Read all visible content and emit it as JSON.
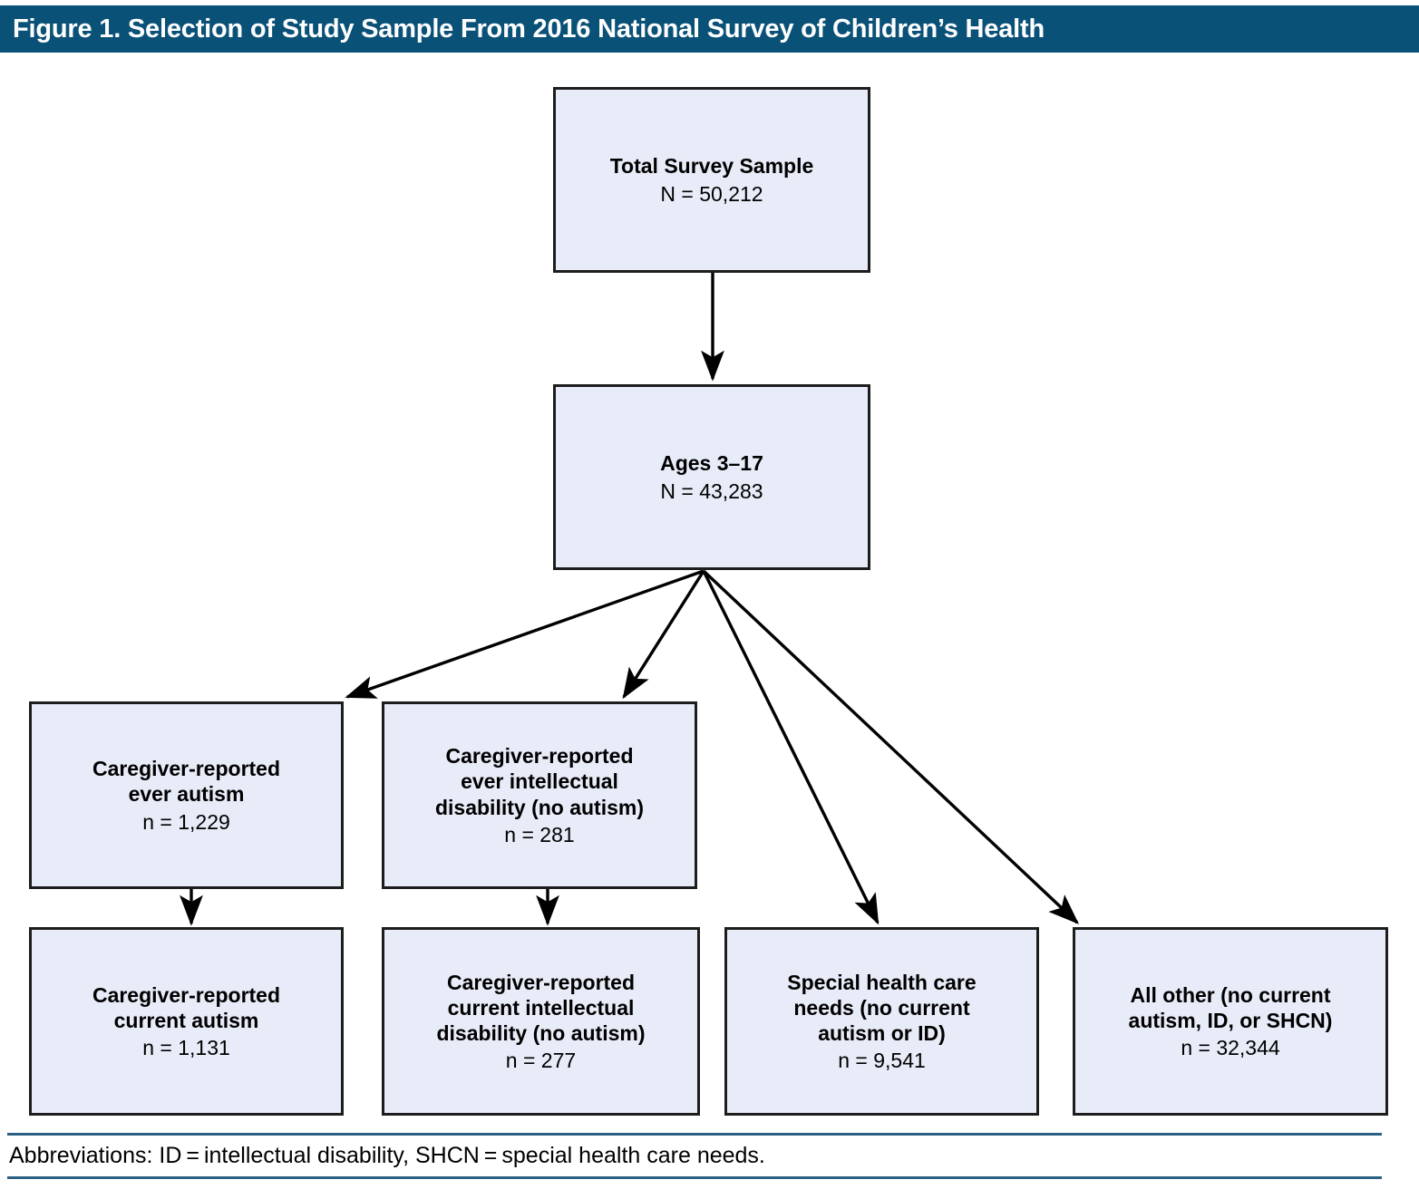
{
  "figure": {
    "title": "Figure 1. Selection of Study Sample From 2016 National Survey of Children’s Health",
    "footnote": "Abbreviations: ID = intellectual disability, SHCN = special health care needs."
  },
  "colors": {
    "title_bar": "#0a5178",
    "title_text": "#ffffff",
    "node_fill": "#e8ecf8",
    "node_border": "#1d1d1d",
    "rule": "#2a6081",
    "arrow": "#000000"
  },
  "diagram": {
    "type": "flowchart",
    "nodes": [
      {
        "id": "total",
        "label": "Total Survey Sample",
        "count": "N = 50,212",
        "value": 50212,
        "level": 1
      },
      {
        "id": "ages",
        "label": "Ages 3–17",
        "count": "N = 43,283",
        "value": 43283,
        "level": 2
      },
      {
        "id": "ever-autism",
        "label": "Caregiver-reported\never autism",
        "count": "n = 1,229",
        "value": 1229,
        "level": 3
      },
      {
        "id": "ever-id",
        "label": "Caregiver-reported\never intellectual\ndisability (no autism)",
        "count": "n = 281",
        "value": 281,
        "level": 3
      },
      {
        "id": "curr-autism",
        "label": "Caregiver-reported\ncurrent autism",
        "count": "n = 1,131",
        "value": 1131,
        "level": 4
      },
      {
        "id": "curr-id",
        "label": "Caregiver-reported\ncurrent intellectual\ndisability (no autism)",
        "count": "n = 277",
        "value": 277,
        "level": 4
      },
      {
        "id": "shcn",
        "label": "Special health care\nneeds (no current\nautism or ID)",
        "count": "n = 9,541",
        "value": 9541,
        "level": 4
      },
      {
        "id": "all-other",
        "label": "All other (no current\nautism, ID, or SHCN)",
        "count": "n = 32,344",
        "value": 32344,
        "level": 4
      }
    ],
    "edges": [
      {
        "from": "total",
        "to": "ages",
        "style": "straight-down"
      },
      {
        "from": "ages",
        "to": "ever-autism",
        "style": "fan-left"
      },
      {
        "from": "ages",
        "to": "ever-id",
        "style": "fan-left"
      },
      {
        "from": "ages",
        "to": "shcn",
        "style": "fan-right"
      },
      {
        "from": "ages",
        "to": "all-other",
        "style": "fan-right"
      },
      {
        "from": "ever-autism",
        "to": "curr-autism",
        "style": "straight-down"
      },
      {
        "from": "ever-id",
        "to": "curr-id",
        "style": "straight-down"
      }
    ]
  }
}
